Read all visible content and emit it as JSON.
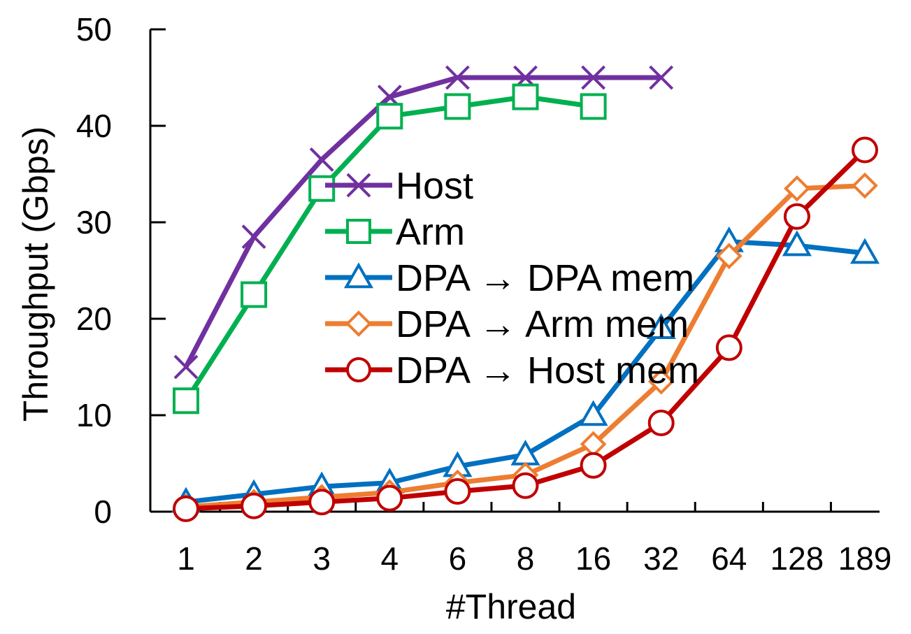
{
  "chart_data": {
    "type": "line",
    "xlabel": "#Thread",
    "ylabel": "Throughput (Gbps)",
    "categories": [
      "1",
      "2",
      "3",
      "4",
      "6",
      "8",
      "16",
      "32",
      "64",
      "128",
      "189"
    ],
    "ylim": [
      0,
      50
    ],
    "yticks": [
      "0",
      "10",
      "20",
      "30",
      "40",
      "50"
    ],
    "grid": false,
    "legend_position": "center",
    "series": [
      {
        "name": "Host",
        "color": "#7030A0",
        "marker": "x",
        "values": [
          15,
          28.5,
          36.5,
          43,
          45,
          45,
          45,
          45,
          null,
          null,
          null
        ]
      },
      {
        "name": "Arm",
        "color": "#00B050",
        "marker": "square",
        "values": [
          11.5,
          22.5,
          33.5,
          41,
          42,
          43,
          42,
          null,
          null,
          null,
          null
        ]
      },
      {
        "name": "DPA → DPA mem",
        "color": "#0070C0",
        "marker": "triangle",
        "values": [
          1,
          1.8,
          2.6,
          3,
          4.7,
          5.9,
          10,
          19,
          28,
          27.6,
          26.8
        ]
      },
      {
        "name": "DPA → Arm mem",
        "color": "#ED7D31",
        "marker": "diamond",
        "values": [
          0.5,
          1,
          1.5,
          2,
          3,
          3.8,
          7,
          13.5,
          26.5,
          33.5,
          33.8
        ]
      },
      {
        "name": "DPA → Host mem",
        "color": "#C00000",
        "marker": "circle",
        "values": [
          0.3,
          0.6,
          1,
          1.4,
          2.1,
          2.7,
          4.8,
          9.2,
          17,
          30.6,
          37.5
        ]
      }
    ]
  }
}
